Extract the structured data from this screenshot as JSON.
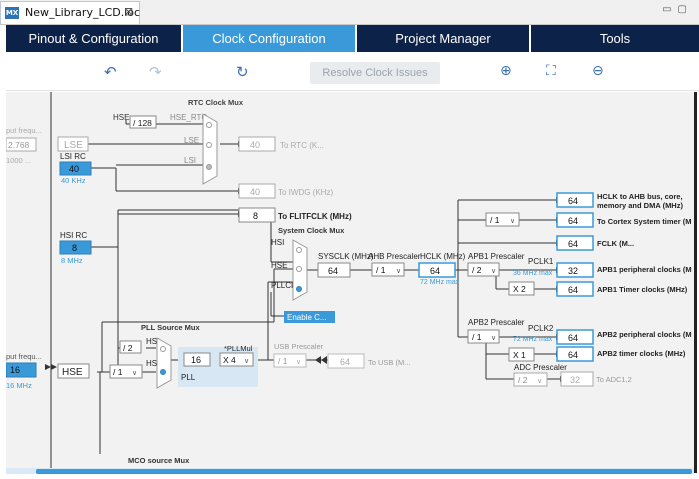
{
  "editor_tab": {
    "badge": "MX",
    "filename": "New_Library_LCD.ioc",
    "close": "⊠"
  },
  "main_tabs": [
    {
      "label": "Pinout & Configuration",
      "active": false
    },
    {
      "label": "Clock Configuration",
      "active": true
    },
    {
      "label": "Project Manager",
      "active": false
    },
    {
      "label": "Tools",
      "active": false
    }
  ],
  "toolbar": {
    "undo_icon": "undo-icon",
    "redo_icon": "redo-icon",
    "reset_icon": "refresh-icon",
    "resolve_label": "Resolve Clock Issues",
    "zoom_in_icon": "zoom-in-icon",
    "fit_icon": "fit-icon",
    "zoom_out_icon": "zoom-out-icon"
  },
  "colors": {
    "navy": "#0d2248",
    "accent": "#3a9ad9",
    "diagram_bg": "#f2f2f2",
    "value_text": "#1a6fb5"
  },
  "clock": {
    "rtc_mux_title": "RTC Clock Mux",
    "hse_label": "HSE",
    "hse_div": "/ 128",
    "hse_rtc": "HSE_RTC",
    "lse_in": "LSE",
    "lsi_in": "LSI",
    "to_rtc_value": "40",
    "to_rtc_label": "To RTC (K...",
    "to_iwdg_value": "40",
    "to_iwdg_label": "To IWDG (KHz)",
    "input_freq_top_label": "put frequ...",
    "input_freq_top_value": "2.768",
    "input_freq_top_range": "1000 ...",
    "lse_box": "LSE",
    "lsi_rc_label": "LSI RC",
    "lsi_rc_value": "40",
    "lsi_rc_freq": "40 KHz",
    "to_flitf_value": "8",
    "to_flitf_label": "To FLITFCLK (MHz)",
    "sysclk_mux_title": "System Clock Mux",
    "hsi_rc_label": "HSI RC",
    "hsi_rc_value": "8",
    "hsi_rc_freq": "8 MHz",
    "mux_hsi": "HSI",
    "mux_hse": "HSE",
    "mux_pllclk": "PLLCLK",
    "enable_css": "Enable C...",
    "sysclk_label": "SYSCLK (MHz)",
    "sysclk_value": "64",
    "ahb_label": "AHB Prescaler",
    "ahb_value": "/ 1",
    "hclk_label": "HCLK (MHz)",
    "hclk_value": "64",
    "hclk_max": "72 MHz max",
    "apb1_label": "APB1 Prescaler",
    "apb1_value": "/ 2",
    "pclk1_label": "PCLK1",
    "pclk1_max": "36 MHz max",
    "apb2_label": "APB2 Prescaler",
    "apb2_value": "/ 1",
    "pclk2_label": "PCLK2",
    "pclk2_max": "72 MHz max",
    "cortex_div": "/ 1",
    "apb1_timer_mult": "X 2",
    "apb2_timer_mult": "X 1",
    "adc_label": "ADC Prescaler",
    "adc_value": "/ 2",
    "outputs": [
      {
        "value": "64",
        "label": "HCLK to AHB bus, core,"
      },
      {
        "value": "64",
        "label": "To Cortex System timer (M"
      },
      {
        "value": "64",
        "label": "FCLK (M..."
      },
      {
        "value": "32",
        "label": "APB1 peripheral clocks (M"
      },
      {
        "value": "64",
        "label": "APB1 Timer clocks (MHz)"
      },
      {
        "value": "64",
        "label": "APB2 peripheral clocks (M"
      },
      {
        "value": "64",
        "label": "APB2 timer clocks (MHz)"
      },
      {
        "value": "32",
        "label": "To ADC1,2"
      }
    ],
    "hclk_out_sub": "memory and DMA (MHz)",
    "input_freq_bottom_label": "put frequ...",
    "hse_input_value": "16",
    "hse_input_freq": "16 MHz",
    "hse_box": "HSE",
    "hse_prediv": "/ 1",
    "pll_src_title": "PLL Source Mux",
    "pll_hsi_div": "/ 2",
    "pll_mux_hsi": "HSI",
    "pll_mux_hse": "HSE",
    "pll_value": "16",
    "pll_label": "PLL",
    "pllmul_label": "*PLLMul",
    "pllmul_value": "X 4",
    "usb_label": "USB Prescaler",
    "usb_value": "/ 1",
    "usb_out_value": "64",
    "usb_out_label": "To USB (M...",
    "mco_title": "MCO source Mux"
  }
}
